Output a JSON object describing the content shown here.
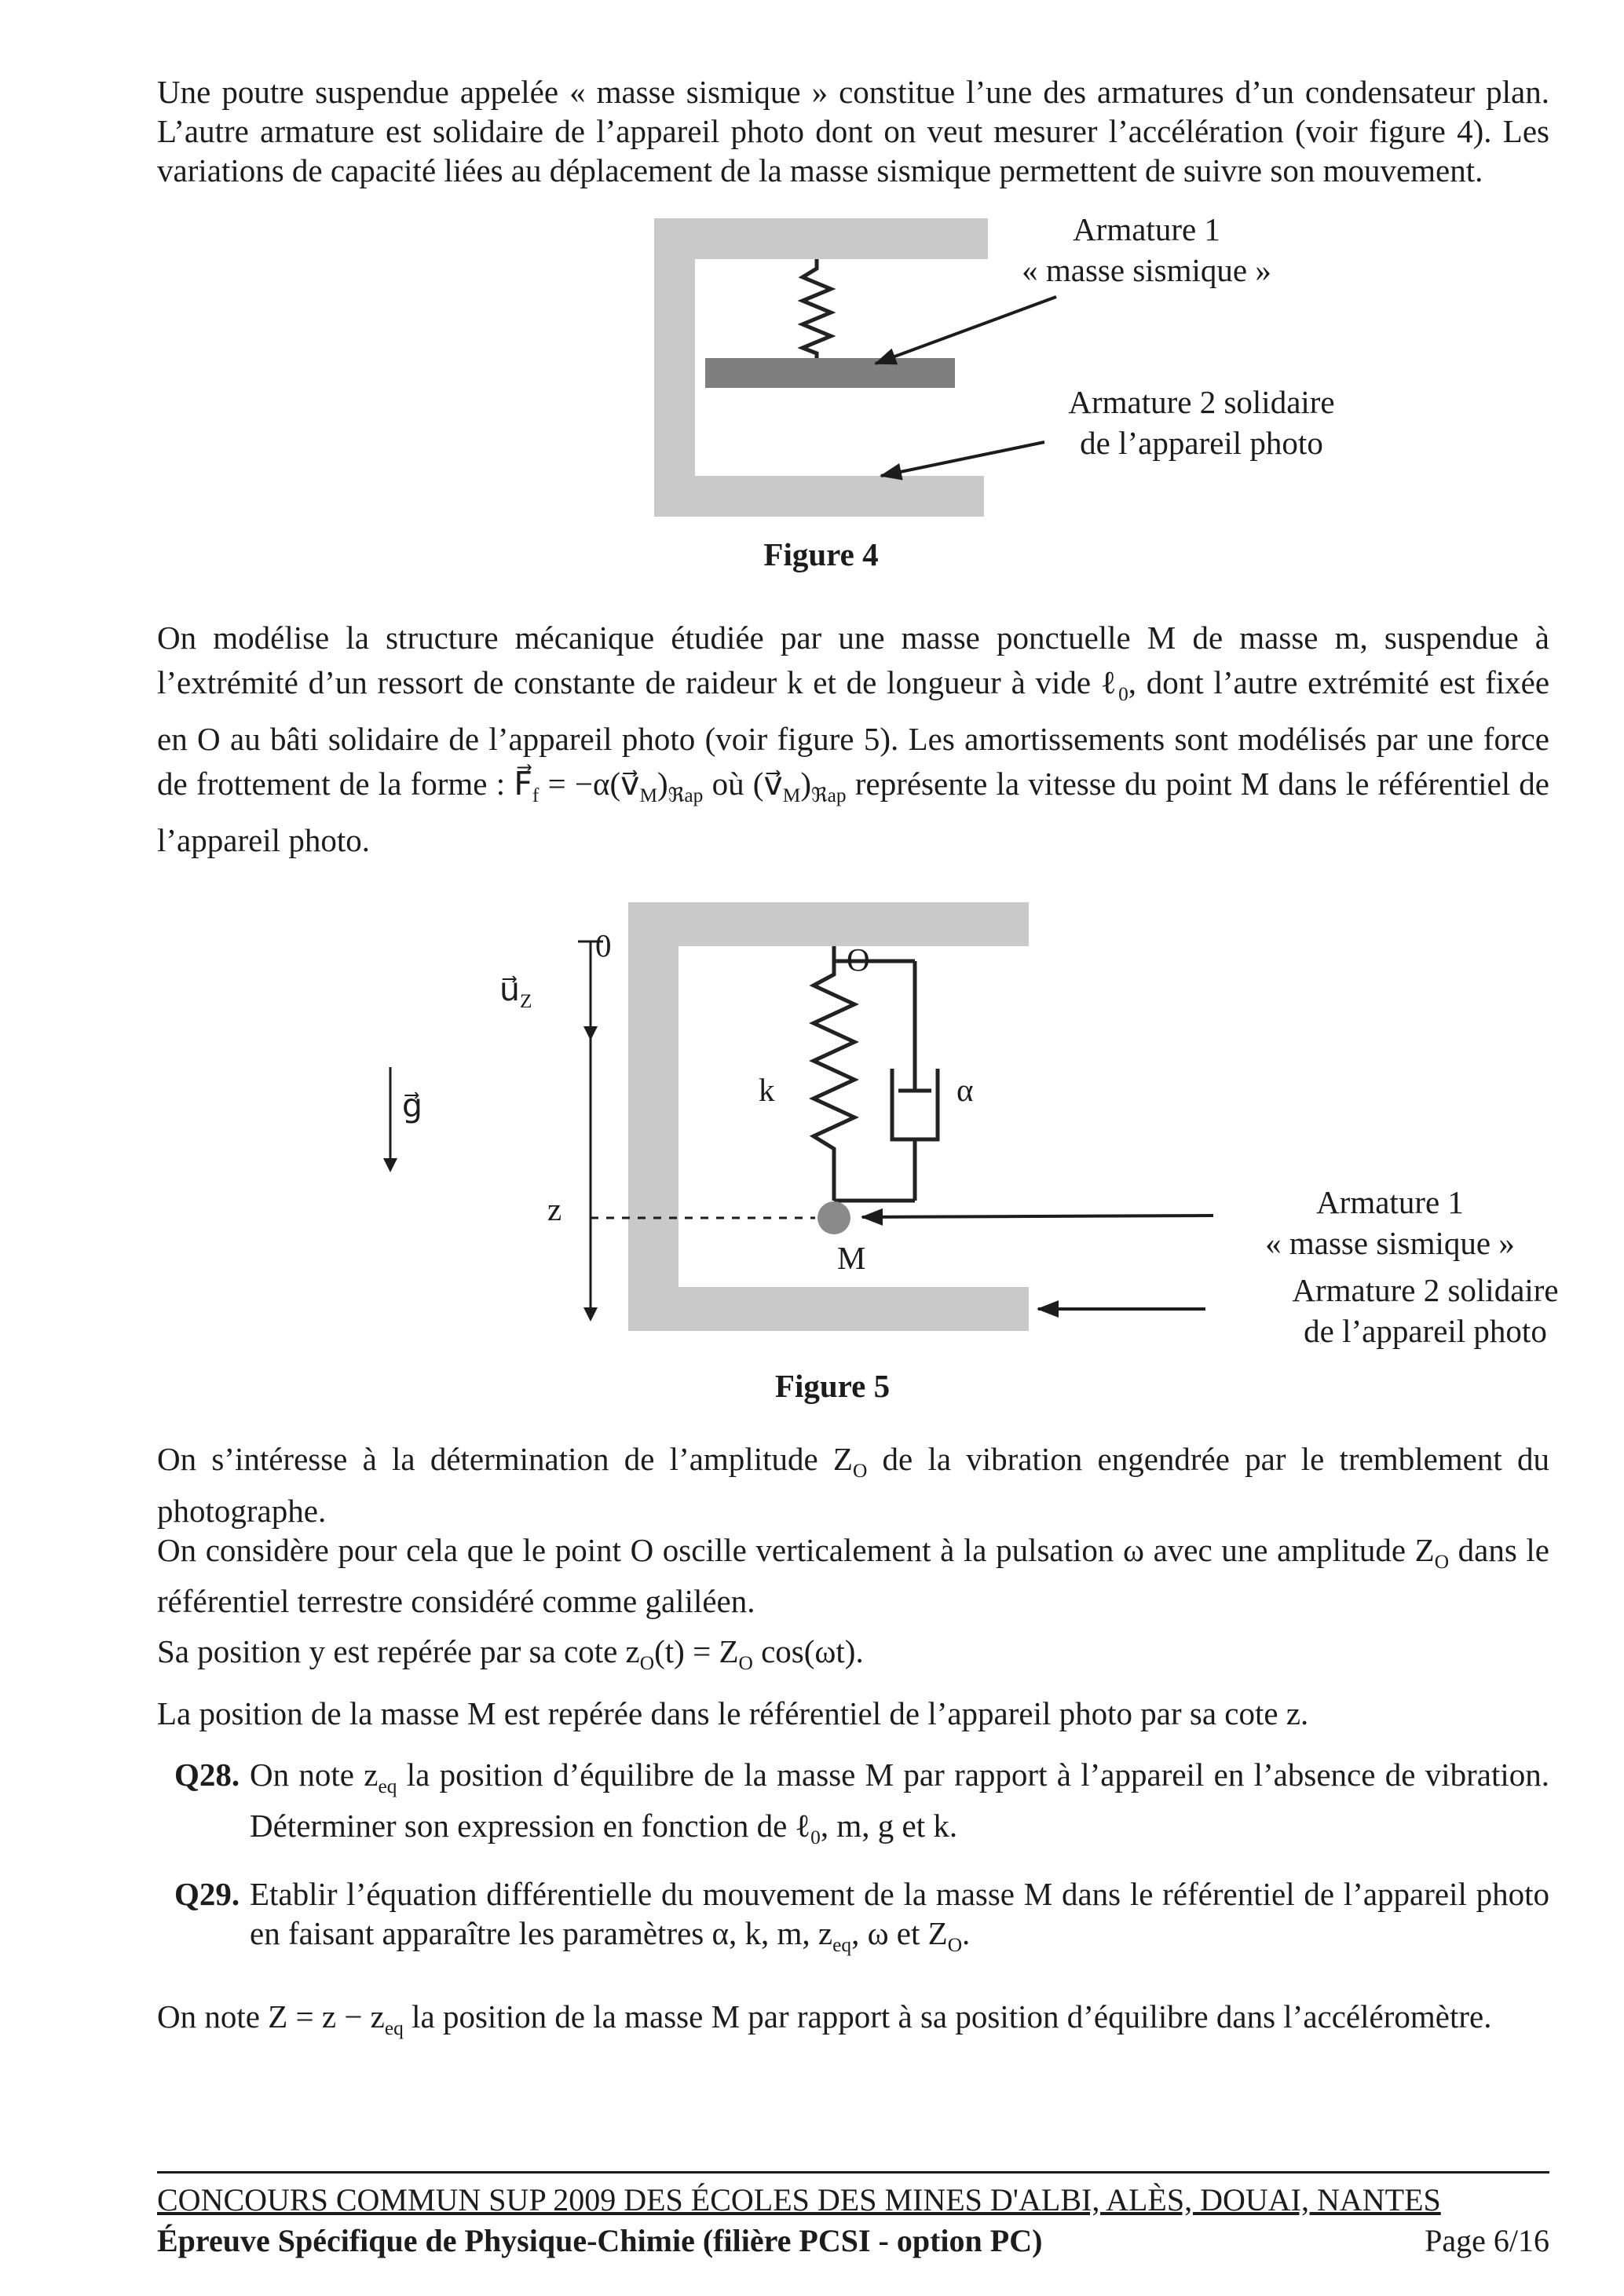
{
  "body": {
    "para1": "Une poutre suspendue appelée « masse sismique » constitue l’une des armatures d’un condensateur plan. L’autre armature est solidaire de l’appareil photo dont on veut mesurer l’accélération (voir figure 4). Les variations de capacité liées au déplacement de la masse sismique permettent de suivre son mouvement.",
    "para2": "On modélise la structure mécanique étudiée par une masse ponctuelle M de masse m, suspendue à l’extrémité d’un ressort de constante de raideur k et de longueur à vide ℓ_{0}, dont l’autre extrémité est fixée en O au bâti solidaire de l’appareil photo (voir figure 5). Les amortissements sont modélisés par une force de frottement de la forme : F⃗_{f} = −α(v⃗_{M})_{ℜap} où (v⃗_{M})_{ℜap} représente la vitesse du point M dans le référentiel de l’appareil photo.",
    "para3": "On s’intéresse à la détermination de l’amplitude Z_{O} de la vibration engendrée par le tremblement du photographe.",
    "para4": "On considère pour cela que le point O oscille verticalement à la pulsation ω avec une amplitude Z_{O} dans le référentiel terrestre considéré comme galiléen.",
    "para5": "Sa position y est repérée par sa cote z_{O}(t) = Z_{O} cos(ωt).",
    "para6": "La position de la masse M est repérée dans le référentiel de l’appareil photo par sa cote z.",
    "para7": "On note Z = z − z_{eq} la position de la masse M par rapport à sa position d’équilibre dans l’accéléromètre."
  },
  "figure4": {
    "armature1_line1": "Armature 1",
    "armature1_line2": "« masse sismique »",
    "armature2_line1": "Armature 2 solidaire",
    "armature2_line2": "de l’appareil photo",
    "caption": "Figure 4"
  },
  "figure5": {
    "origin_label": "0",
    "u_vector_label": "u⃗_{Z}",
    "g_vector_label": "g⃗",
    "point_o_label": "O",
    "spring_label": "k",
    "damper_label": "α",
    "mass_label": "M",
    "z_label": "z",
    "armature1_line1": "Armature 1",
    "armature1_line2": "« masse sismique »",
    "armature2_line1": "Armature 2 solidaire",
    "armature2_line2": "de l’appareil photo",
    "caption": "Figure 5"
  },
  "questions": {
    "q28_label": "Q28.",
    "q28_text": "On note z_{eq} la position d’équilibre de la masse M par rapport à l’appareil en l’absence de vibration. Déterminer son expression en fonction de ℓ_{0}, m, g et k.",
    "q29_label": "Q29.",
    "q29_text": "Etablir l’équation différentielle du mouvement de la masse M dans le référentiel de l’appareil photo en faisant apparaître les paramètres α, k, m, z_{eq}, ω et Z_{O}."
  },
  "footer": {
    "line1": "CONCOURS COMMUN SUP 2009 DES ÉCOLES DES MINES D'ALBI, ALÈS, DOUAI, NANTES",
    "line2": "Épreuve Spécifique de Physique-Chimie (filière PCSI - option PC)",
    "page": "Page 6/16"
  },
  "colors": {
    "bracket_gray": "#c9c9c9",
    "armature_dark": "#7f7f7f",
    "mass_gray": "#8a8a8a"
  }
}
